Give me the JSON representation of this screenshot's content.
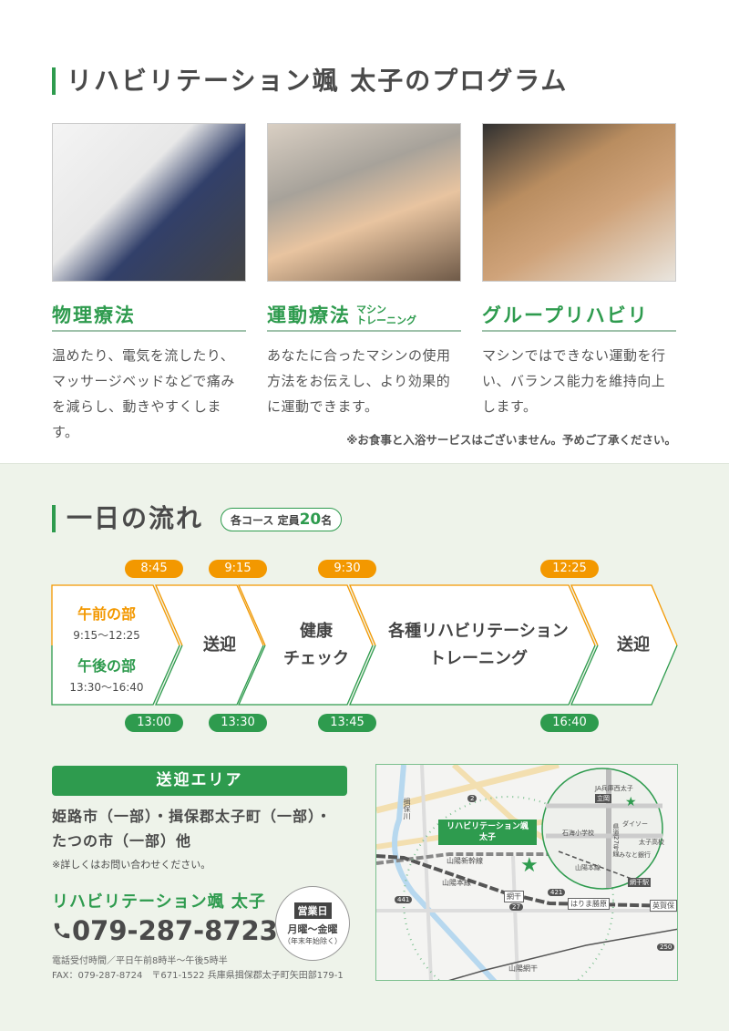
{
  "programs": {
    "title": "リハビリテーション颯 太子のプログラム",
    "items": [
      {
        "title": "物理療法",
        "subtitle": "",
        "description": "温めたり、電気を流したり、マッサージベッドなどで痛みを減らし、動きやすくします。"
      },
      {
        "title": "運動療法",
        "subtitle": "マシン\nトレーニング",
        "description": "あなたに合ったマシンの使用方法をお伝えし、より効果的に運動できます。"
      },
      {
        "title": "グループリハビリ",
        "subtitle": "",
        "description": "マシンではできない運動を行い、バランス能力を維持向上します。"
      }
    ],
    "note": "※お食事と入浴サービスはございません。予めご了承ください。"
  },
  "schedule": {
    "title": "一日の流れ",
    "capacity_prefix": "各コース 定員",
    "capacity_number": "20",
    "capacity_suffix": "名",
    "morning_label": "午前の部",
    "morning_time": "9:15〜12:25",
    "afternoon_label": "午後の部",
    "afternoon_time": "13:30〜16:40",
    "steps": [
      "送迎",
      "健康\nチェック",
      "各種リハビリテーション\nトレーニング",
      "送迎"
    ],
    "am_times": [
      "8:45",
      "9:15",
      "9:30",
      "12:25"
    ],
    "pm_times": [
      "13:00",
      "13:30",
      "13:45",
      "16:40"
    ],
    "colors": {
      "am": "#f39800",
      "pm": "#2e9b4e"
    }
  },
  "pickup": {
    "title": "送迎エリア",
    "areas": "姫路市（一部）・揖保郡太子町（一部）・\nたつの市（一部）他",
    "note": "※詳しくはお問い合わせください。"
  },
  "contact": {
    "name": "リハビリテーション颯 太子",
    "phone": "079-287-8723",
    "hours": "電話受付時間／平日午前8時半〜午後5時半",
    "fax": "FAX：079-287-8724",
    "address": "〒671-1522 兵庫県揖保郡太子町矢田部179-1",
    "business_label": "営業日",
    "business_days": "月曜〜金曜",
    "business_note": "（年末年始除く）"
  },
  "map": {
    "marker_label": "リハビリテーション颯\n太子",
    "labels": {
      "river": "揖保川",
      "shinkansen": "山陽新幹線",
      "main_line": "山陽本線",
      "aboshi": "網干",
      "harima": "はりま勝原",
      "kakogawa": "英賀保",
      "sanyo_aboshi": "山陽網干",
      "route2": "2",
      "route27": "27",
      "route421": "421",
      "route441": "441",
      "route250": "250"
    },
    "inset": {
      "ja": "JA兵庫西太子",
      "tatsuoka": "立岡",
      "daiso": "ダイソー",
      "school": "石海小学校",
      "road": "県道27号線",
      "highschool": "太子高校",
      "bank": "みなと銀行",
      "line": "山陽本線",
      "station": "網干駅"
    }
  }
}
